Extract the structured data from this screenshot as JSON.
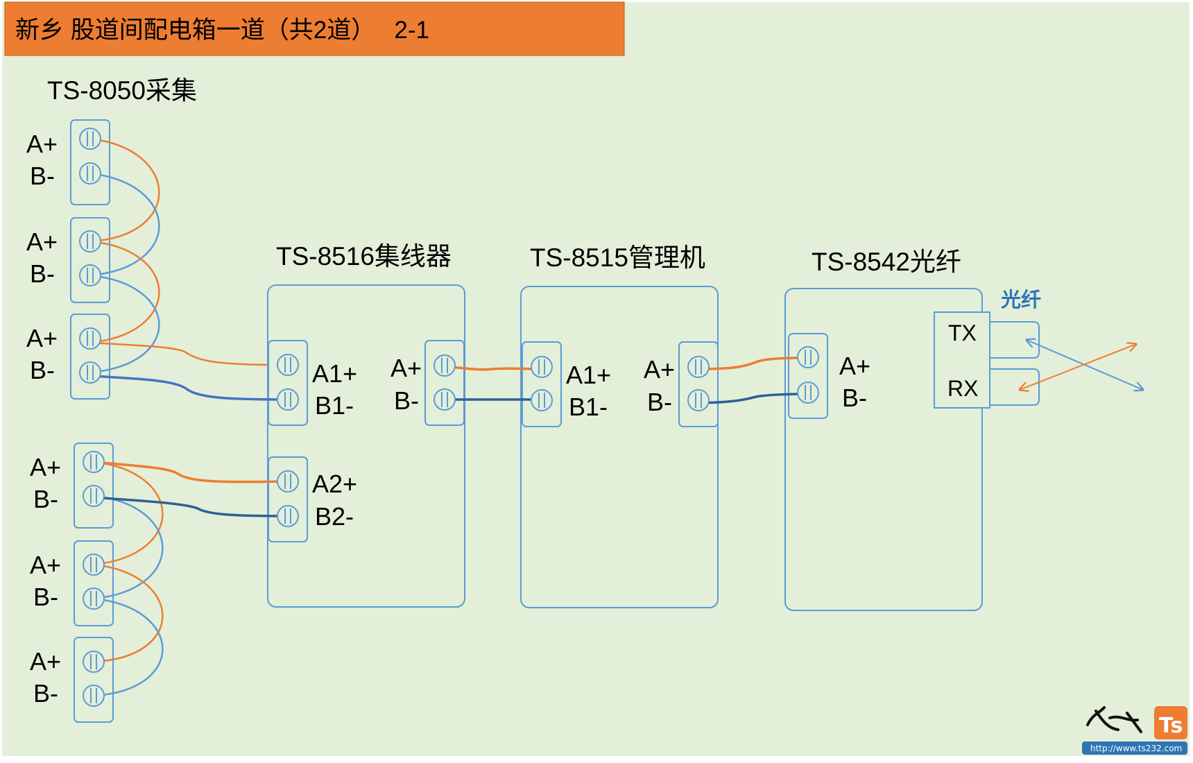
{
  "title": "新乡 股道间配电箱一道（共2道）　 2-1",
  "devices": {
    "collector": {
      "name": "TS-8050采集"
    },
    "hub": {
      "name": "TS-8516集线器",
      "ports": [
        "A1+",
        "B1-",
        "A2+",
        "B2-",
        "A+",
        "B-"
      ]
    },
    "manager": {
      "name": "TS-8515管理机",
      "ports": [
        "A1+",
        "B1-",
        "A+",
        "B-"
      ]
    },
    "fiber_converter": {
      "name": "TS-8542光纤",
      "ports": [
        "A+",
        "B-"
      ],
      "tx": "TX",
      "rx": "RX"
    }
  },
  "collector_terminals": [
    {
      "a": "A+",
      "b": "B-"
    },
    {
      "a": "A+",
      "b": "B-"
    },
    {
      "a": "A+",
      "b": "B-"
    },
    {
      "a": "A+",
      "b": "B-"
    },
    {
      "a": "A+",
      "b": "B-"
    },
    {
      "a": "A+",
      "b": "B-"
    }
  ],
  "fiber_label": "光纤",
  "watermark": {
    "domain": "http://www.ts232.com",
    "logo": "Ts"
  },
  "colors": {
    "background": "#e3efd9",
    "title_bar": "#ed7d31",
    "box_border": "#5b9bd5",
    "wire_a": "#ed7d31",
    "wire_b_light": "#5b9bd5",
    "wire_b_dark": "#2e6095",
    "fiber_label": "#2e75b6"
  }
}
